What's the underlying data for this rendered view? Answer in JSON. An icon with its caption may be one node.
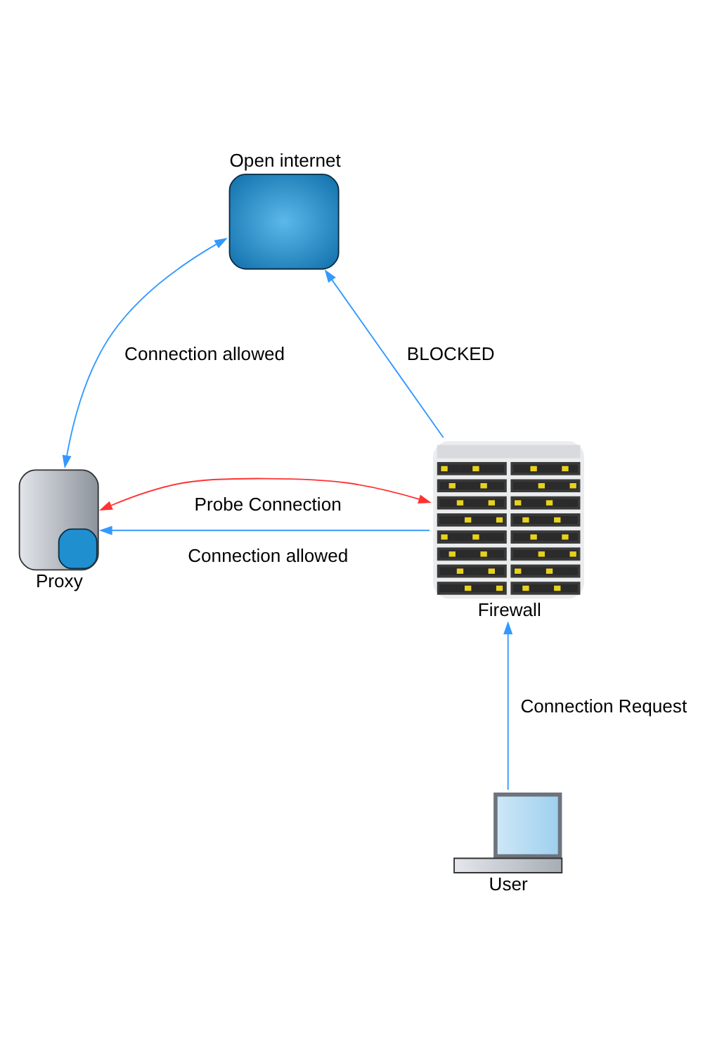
{
  "diagram": {
    "nodes": [
      {
        "text": [
          "Open internet"
        ]
      },
      {
        "text": [
          "Proxy"
        ]
      },
      {
        "text": [
          "Firewall"
        ]
      },
      {
        "text": [
          "User"
        ]
      }
    ],
    "edges": [
      {
        "from": 1,
        "to": 0,
        "arrow": "both",
        "label": "Connection allowed"
      },
      {
        "from": 2,
        "to": 0,
        "arrow": "to",
        "label": "BLOCKED"
      },
      {
        "from": 2,
        "to": 1,
        "arrow": "to",
        "label": "Connection allowed"
      },
      {
        "from": 1,
        "to": 2,
        "arrow": "both",
        "label": "Probe Connection",
        "color": "#ff3333"
      },
      {
        "from": 3,
        "to": 2,
        "arrow": "to",
        "label": "Connection Request"
      }
    ]
  }
}
